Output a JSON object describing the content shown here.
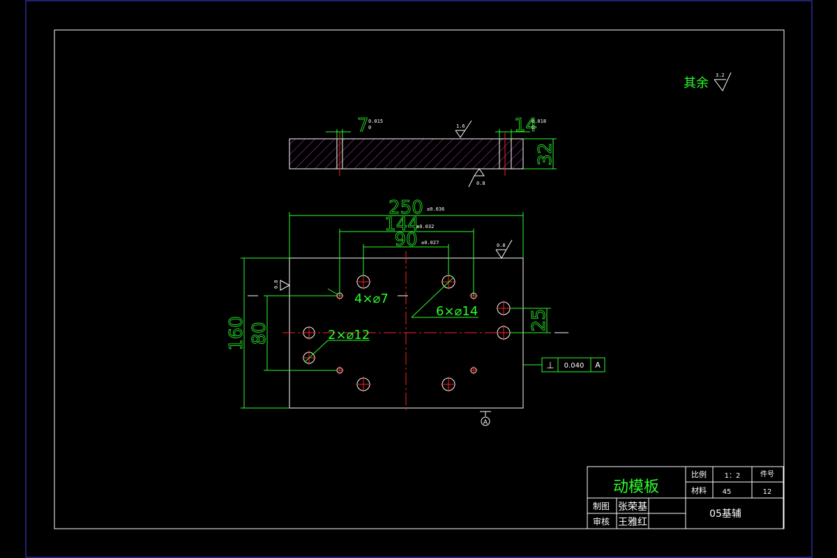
{
  "notes": {
    "rest_roughness_label": "其余",
    "rest_roughness_value": "3.2"
  },
  "side_view": {
    "dim_left_hole": "7",
    "dim_left_tol_upper": "0.015",
    "dim_left_tol_lower": "0",
    "dim_right_hole": "14",
    "dim_right_tol_upper": "0.018",
    "dim_right_tol_lower": "0",
    "dim_thickness": "32",
    "roughness_top": "1.6",
    "roughness_bottom": "0.8"
  },
  "plan_view": {
    "dim_width": "250",
    "dim_width_tol": "±0.036",
    "dim_144": "144",
    "dim_144_tol": "±0.032",
    "dim_90": "90",
    "dim_90_tol": "±0.027",
    "dim_height": "160",
    "dim_80": "80",
    "dim_25": "25",
    "roughness_top": "0.8",
    "roughness_left": "0.8",
    "label_4x7": "4×⌀7",
    "label_6x14": "6×⌀14",
    "label_2x12": "2×⌀12",
    "gdt_symbol": "⊥",
    "gdt_value": "0.040",
    "gdt_datum": "A",
    "datum_label": "A"
  },
  "title_block": {
    "part_name": "动模板",
    "scale_label": "比例",
    "scale_value": "1：2",
    "part_no_label": "件号",
    "part_no_value": "12",
    "material_label": "材料",
    "material_value": "45",
    "drawn_label": "制图",
    "drawn_by": "张荣基",
    "checked_label": "审核",
    "checked_by": "王雅红",
    "org": "05基辅"
  },
  "colors": {
    "background": "#000000",
    "line_green": "#2bff2b",
    "line_white": "#ffffff",
    "center_red": "#ff2020",
    "hatch_magenta": "#c040c0",
    "outer_border_blue": "#2a2aa0"
  }
}
